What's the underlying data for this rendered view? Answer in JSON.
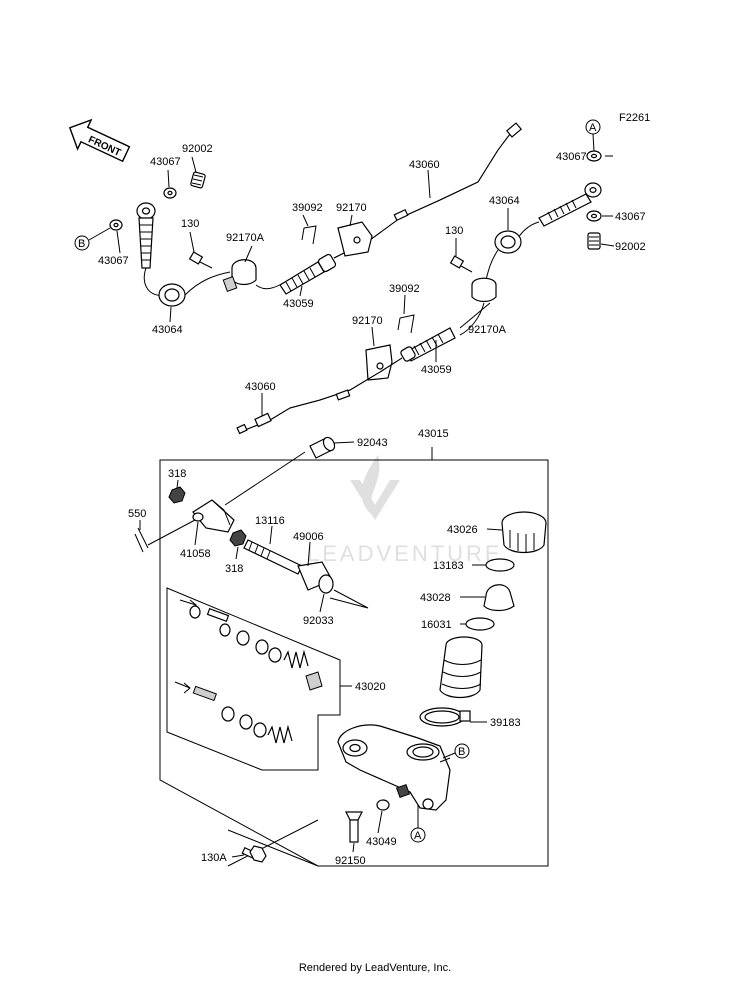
{
  "figure_code": "F2261",
  "front_label": "FRONT",
  "watermark": "LEADVENTURE",
  "footer": "Rendered by LeadVenture, Inc.",
  "callouts": {
    "a": "A",
    "b": "B"
  },
  "labels": {
    "p92002_top": "92002",
    "p43067_left_top": "43067",
    "p43067_left_bottom": "43067",
    "p130_left": "130",
    "p92170a_left": "92170A",
    "p43064_left": "43064",
    "p39092_top": "39092",
    "p92170_top": "92170",
    "p43059_top": "43059",
    "p43060_top": "43060",
    "p43064_right": "43064",
    "p130_right": "130",
    "p43067_right_top": "43067",
    "p43067_right_bottom": "43067",
    "p92002_right": "92002",
    "p39092_mid": "39092",
    "p92170_mid": "92170",
    "p92170a_right": "92170A",
    "p43059_mid": "43059",
    "p43060_mid": "43060",
    "p92043": "92043",
    "p43015": "43015",
    "p318_top": "318",
    "p550": "550",
    "p41058": "41058",
    "p318_bottom": "318",
    "p13116": "13116",
    "p49006": "49006",
    "p92033": "92033",
    "p43026": "43026",
    "p13183": "13183",
    "p43028": "43028",
    "p16031": "16031",
    "p43020": "43020",
    "p39183": "39183",
    "p43049": "43049",
    "p92150": "92150",
    "p130a": "130A"
  }
}
